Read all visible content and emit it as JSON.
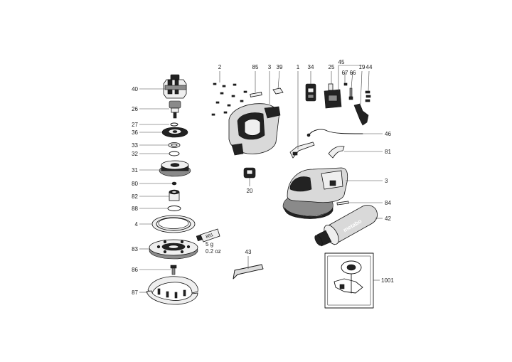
{
  "diagram": {
    "labels": [
      {
        "id": "40",
        "text": "40"
      },
      {
        "id": "26",
        "text": "26"
      },
      {
        "id": "27",
        "text": "27"
      },
      {
        "id": "36",
        "text": "36"
      },
      {
        "id": "33",
        "text": "33"
      },
      {
        "id": "32",
        "text": "32"
      },
      {
        "id": "31",
        "text": "31"
      },
      {
        "id": "80",
        "text": "80"
      },
      {
        "id": "82",
        "text": "82"
      },
      {
        "id": "88",
        "text": "88"
      },
      {
        "id": "4",
        "text": "4"
      },
      {
        "id": "83",
        "text": "83"
      },
      {
        "id": "86",
        "text": "86"
      },
      {
        "id": "87",
        "text": "87"
      },
      {
        "id": "2",
        "text": "2"
      },
      {
        "id": "85",
        "text": "85"
      },
      {
        "id": "3a",
        "text": "3"
      },
      {
        "id": "39",
        "text": "39"
      },
      {
        "id": "1",
        "text": "1"
      },
      {
        "id": "34",
        "text": "34"
      },
      {
        "id": "25",
        "text": "25"
      },
      {
        "id": "45",
        "text": "45"
      },
      {
        "id": "67",
        "text": "67"
      },
      {
        "id": "66",
        "text": "66"
      },
      {
        "id": "19",
        "text": "19"
      },
      {
        "id": "44",
        "text": "44"
      },
      {
        "id": "46",
        "text": "46"
      },
      {
        "id": "81",
        "text": "81"
      },
      {
        "id": "20",
        "text": "20"
      },
      {
        "id": "3b",
        "text": "3"
      },
      {
        "id": "84",
        "text": "84"
      },
      {
        "id": "42",
        "text": "42"
      },
      {
        "id": "43",
        "text": "43"
      },
      {
        "id": "1001",
        "text": "1001"
      }
    ],
    "grease": {
      "code": "881",
      "weight_g": "5 g",
      "weight_oz": "0.2 oz"
    },
    "brand_mark": "metabo"
  }
}
